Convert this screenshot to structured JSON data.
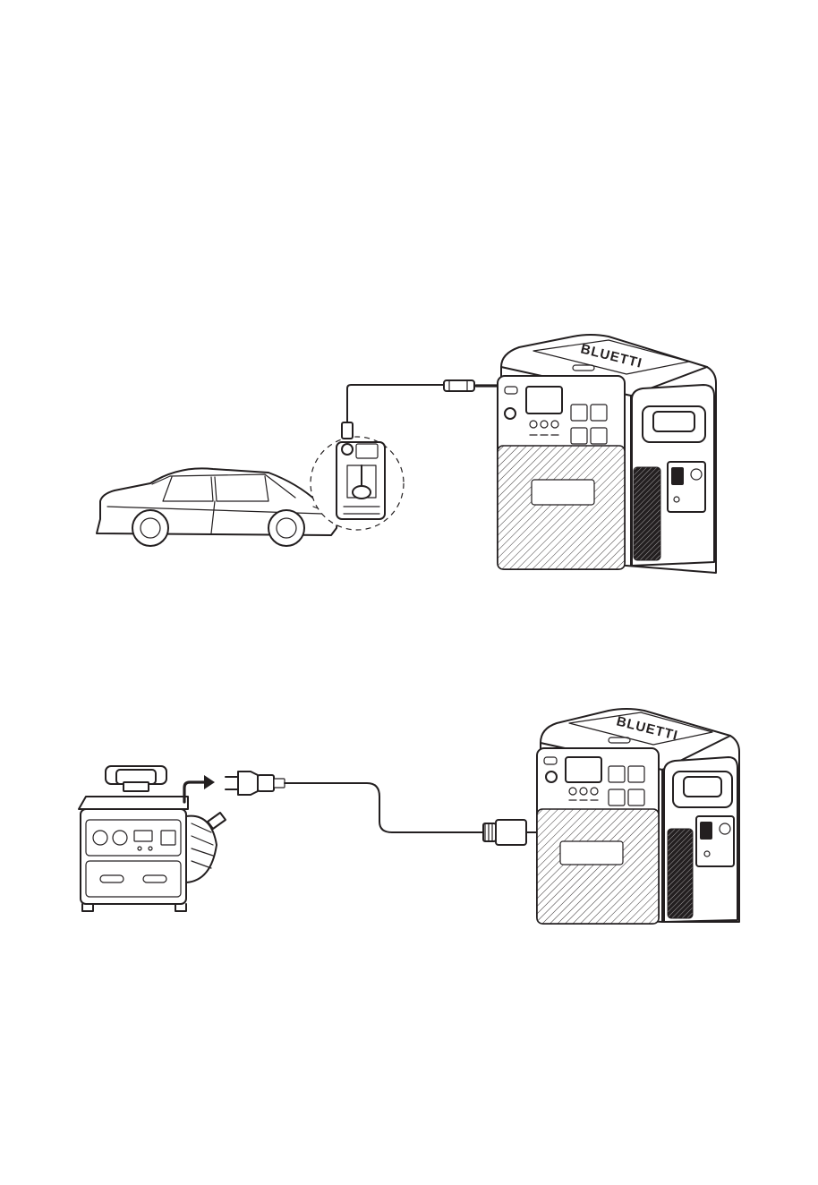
{
  "brand": {
    "logo_text": "BLUETTI"
  },
  "figure": {
    "scenario_1": "car-charging-to-power-station",
    "scenario_2": "generator-charging-to-power-station"
  }
}
